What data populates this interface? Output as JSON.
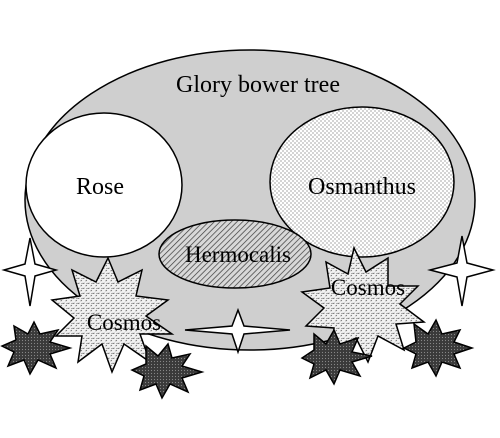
{
  "diagram": {
    "outer_label": "Glory bower tree",
    "rose_label": "Rose",
    "osmanthus_label": "Osmanthus",
    "hermocalis_label": "Hermocalis",
    "cosmos_left_label": "Cosmos",
    "cosmos_right_label": "Cosmos"
  },
  "colors": {
    "outer_fill": "#cfcfcf",
    "stroke": "#000000",
    "white": "#ffffff",
    "dot_pattern": "#555555",
    "dark_burst": "#3a3a3a"
  }
}
